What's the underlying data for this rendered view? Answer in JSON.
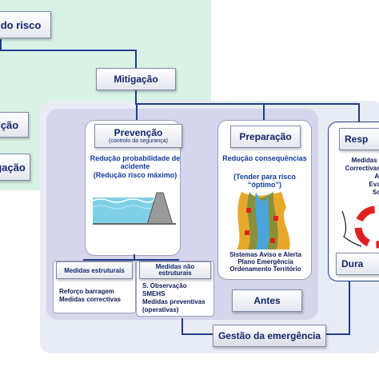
{
  "nodes": {
    "top_left": "do risco",
    "mitigation": "Mitigação",
    "left_mid": "ção",
    "left_low": "gação",
    "prevention_title": "Prevenção",
    "prevention_subtitle": "(controlo da segurança)",
    "prevention_reduction": "Redução probabilidade de acidente",
    "prevention_target": "(Redução risco máximo)",
    "preparation_title": "Preparação",
    "preparation_reduction": "Redução consequências",
    "preparation_target": "(Tender para risco “óptimo”)",
    "preparation_items": [
      "Sistemas Aviso e Alerta",
      "Plano Emergência",
      "Ordenamento Território"
    ],
    "structural_header": "Medidas estruturais",
    "structural_items": [
      "Reforço barragem",
      "Medidas correctivas"
    ],
    "nonstructural_header": "Medidas não estruturais",
    "nonstructural_items": [
      "S. Observação",
      "SMEHS",
      "Medidas preventivas",
      "(operativas)"
    ],
    "before": "Antes",
    "response_title": "Resp",
    "response_items": [
      "Medidas Op",
      "Correctivas m",
      "Avis",
      "Evacu",
      "Socc"
    ],
    "duration": "Dura",
    "emergency": "Gestão da emergência"
  },
  "colors": {
    "green_panel": "#d9f2e6",
    "purple_panel": "#d5d6ec",
    "connector": "#1f3d8a",
    "title_text": "#12266b",
    "accent_blue": "#123a9e",
    "red_marker": "#e02020",
    "water": "#7fd0e6"
  },
  "icons": [
    "dam-cross-section-icon",
    "flood-map-icon",
    "lifebuoy-icon"
  ]
}
